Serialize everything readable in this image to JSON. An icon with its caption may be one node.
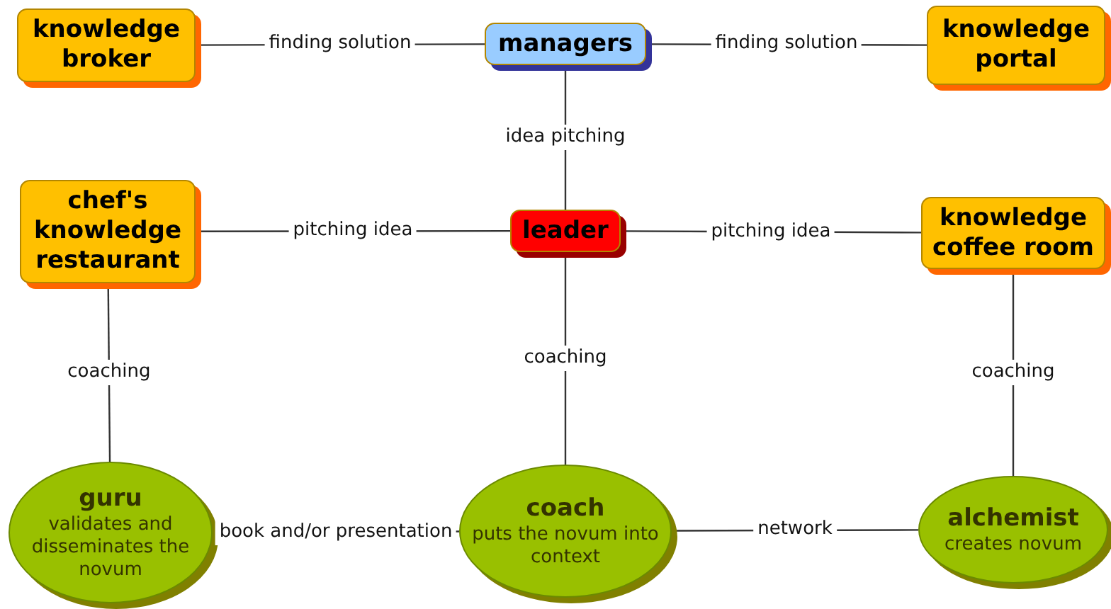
{
  "diagram": {
    "nodes": [
      {
        "text": [
          "knowledge broker"
        ]
      },
      {
        "text": [
          "managers"
        ]
      },
      {
        "text": [
          "knowledge portal"
        ]
      },
      {
        "text": [
          "chef's knowledge restaurant"
        ]
      },
      {
        "text": [
          "leader"
        ]
      },
      {
        "text": [
          "knowledge coffee room"
        ]
      },
      {
        "text": [
          "guru",
          "validates and disseminates the novum"
        ]
      },
      {
        "text": [
          "coach",
          "puts the novum into context"
        ]
      },
      {
        "text": [
          "alchemist",
          "creates novum"
        ]
      }
    ],
    "edges": [
      {
        "from": 0,
        "to": 1,
        "arrow": "none",
        "label": "finding solution"
      },
      {
        "from": 1,
        "to": 2,
        "arrow": "none",
        "label": "finding solution"
      },
      {
        "from": 1,
        "to": 4,
        "arrow": "none",
        "label": "idea pitching"
      },
      {
        "from": 3,
        "to": 4,
        "arrow": "none",
        "label": "pitching idea"
      },
      {
        "from": 4,
        "to": 5,
        "arrow": "none",
        "label": "pitching idea"
      },
      {
        "from": 3,
        "to": 6,
        "arrow": "none",
        "label": "coaching"
      },
      {
        "from": 4,
        "to": 7,
        "arrow": "none",
        "label": "coaching"
      },
      {
        "from": 5,
        "to": 8,
        "arrow": "none",
        "label": "coaching"
      },
      {
        "from": 6,
        "to": 7,
        "arrow": "none",
        "label": "book and/or presentation"
      },
      {
        "from": 7,
        "to": 8,
        "arrow": "none",
        "label": "network"
      }
    ]
  }
}
